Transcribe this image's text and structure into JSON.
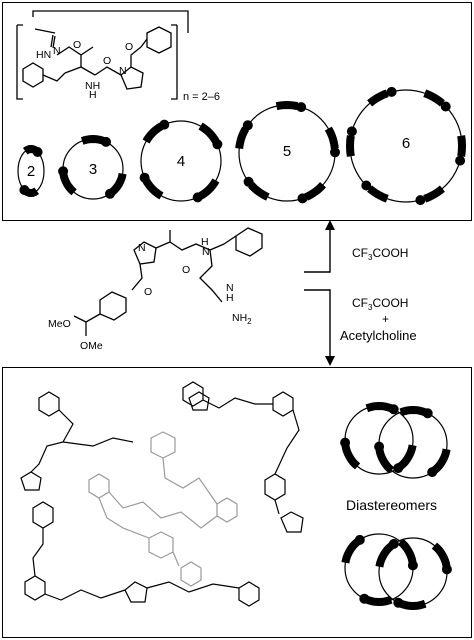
{
  "top": {
    "repeat": "n = 2–6",
    "ring_numbers": [
      "2",
      "3",
      "4",
      "5",
      "6"
    ],
    "atoms": {
      "n_hydrazone": "N",
      "hn": "HN",
      "o1": "O",
      "o2": "O",
      "o3": "O",
      "nh": "NH",
      "n_pro": "N",
      "h": "H"
    }
  },
  "middle": {
    "atoms": {
      "n_amide_h": "H",
      "n_amide": "N",
      "n_pro": "N",
      "o_top": "O",
      "o_mid": "O",
      "nh": "N",
      "nh_h": "H",
      "nh2": "NH",
      "nh2_sub": "2",
      "meo": "MeO",
      "ome": "OMe"
    },
    "reagent_up": {
      "main": "CF",
      "sub": "3",
      "rest": "COOH"
    },
    "reagent_down": {
      "main": "CF",
      "sub": "3",
      "rest": "COOH"
    },
    "plus": "+",
    "additive": "Acetylcholine"
  },
  "bottom": {
    "label": "Diastereomers"
  }
}
